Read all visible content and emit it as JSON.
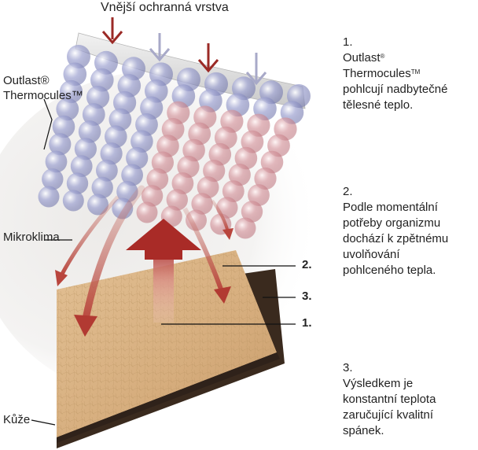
{
  "title": "Vnější ochranná vrstva",
  "labels": {
    "outlast_line1": "Outlast®",
    "outlast_line2": "Thermocules™",
    "mikroklima": "Mikroklima",
    "kuze": "Kůže"
  },
  "callouts": [
    "2.",
    "3.",
    "1."
  ],
  "steps": [
    {
      "number": "1.",
      "line1": "Outlast",
      "line1_sup": "®",
      "line2": "Thermocules",
      "line2_sup": "TM",
      "line3": "pohlcují nadbytečné",
      "line4": "tělesné teplo."
    },
    {
      "number": "2.",
      "lines": [
        "Podle momentální",
        "potřeby organizmu",
        "dochází k zpětnému",
        "uvolňování",
        "pohlceného tepla."
      ]
    },
    {
      "number": "3.",
      "lines": [
        "Výsledkem je",
        "konstantní teplota",
        "zaručující  kvalitní",
        "spánek."
      ]
    }
  ],
  "colors": {
    "warm_arrow": "#9b2a26",
    "cool_arrow": "#a8a9c8",
    "skin": "#d8b285",
    "skin_edge": "#2e2219",
    "blue_capsules": "#8a8fc2",
    "red_capsules": "#c9858c",
    "layer": "#d9d9d9"
  }
}
